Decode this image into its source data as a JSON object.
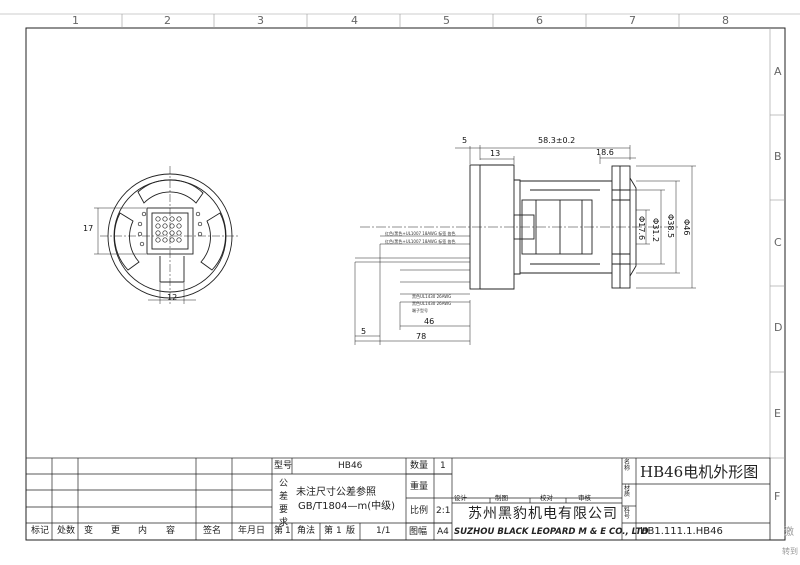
{
  "border": {
    "col_labels": [
      "1",
      "2",
      "3",
      "4",
      "5",
      "6",
      "7",
      "8"
    ],
    "row_labels": [
      "A",
      "B",
      "C",
      "D",
      "E",
      "F"
    ]
  },
  "dimensions": {
    "overall_length": "58.3±0.2",
    "flange": "5",
    "body_front": "13",
    "rear_section": "18.6",
    "dia_176": "Φ17.6",
    "dia_312": "Φ31.2",
    "dia_385": "Φ38.5",
    "dia_46": "Φ46",
    "lead_46": "46",
    "lead_78": "78",
    "lead_5": "5",
    "end_17": "17",
    "end_12": "12"
  },
  "wire_labels": [
    "红色/黑色+UL1007 18AWG 标签 各色",
    "红色/黑色+UL1007 18AWG 标签 各色",
    "黑色UL1430 26AWG",
    "黑色UL1430 26AWG",
    "端子型号"
  ],
  "title_block": {
    "drawing_title": "HB46电机外形图",
    "drawing_no": "HB1.111.1.HB46",
    "model_label": "型号",
    "model_value": "HB46",
    "qty_label": "数量",
    "qty_value": "1",
    "weight_label": "重量",
    "scale_label": "比例",
    "scale_value": "2:1",
    "sheet_size_label": "图幅",
    "sheet_size_value": "A4",
    "tol_label_chars": "公差要求",
    "tol_note_1": "未注尺寸公差参照",
    "tol_note_2": "GB/T1804—m(中级)",
    "design": "设计",
    "draw": "制图",
    "check": "校对",
    "approve": "审核",
    "company_cn": "苏州黑豹机电有限公司",
    "company_en": "SUZHOU BLACK LEOPARD M & E CO., LTD",
    "rev_mark": "标记",
    "rev_count": "处数",
    "rev_change": "变",
    "rev_change2": "更",
    "rev_content": "内",
    "rev_content2": "容",
    "rev_sign": "签名",
    "rev_date": "年月日",
    "sheet_prefix": "第",
    "sheet_n": "1",
    "angle_label": "角法",
    "version_prefix": "第",
    "version_n": "1",
    "version_label": "版",
    "pages": "1/1",
    "side_name": "名称",
    "side_material": "材质",
    "side_code": "料号"
  },
  "watermark": {
    "line1": "激",
    "line2": "转到"
  }
}
